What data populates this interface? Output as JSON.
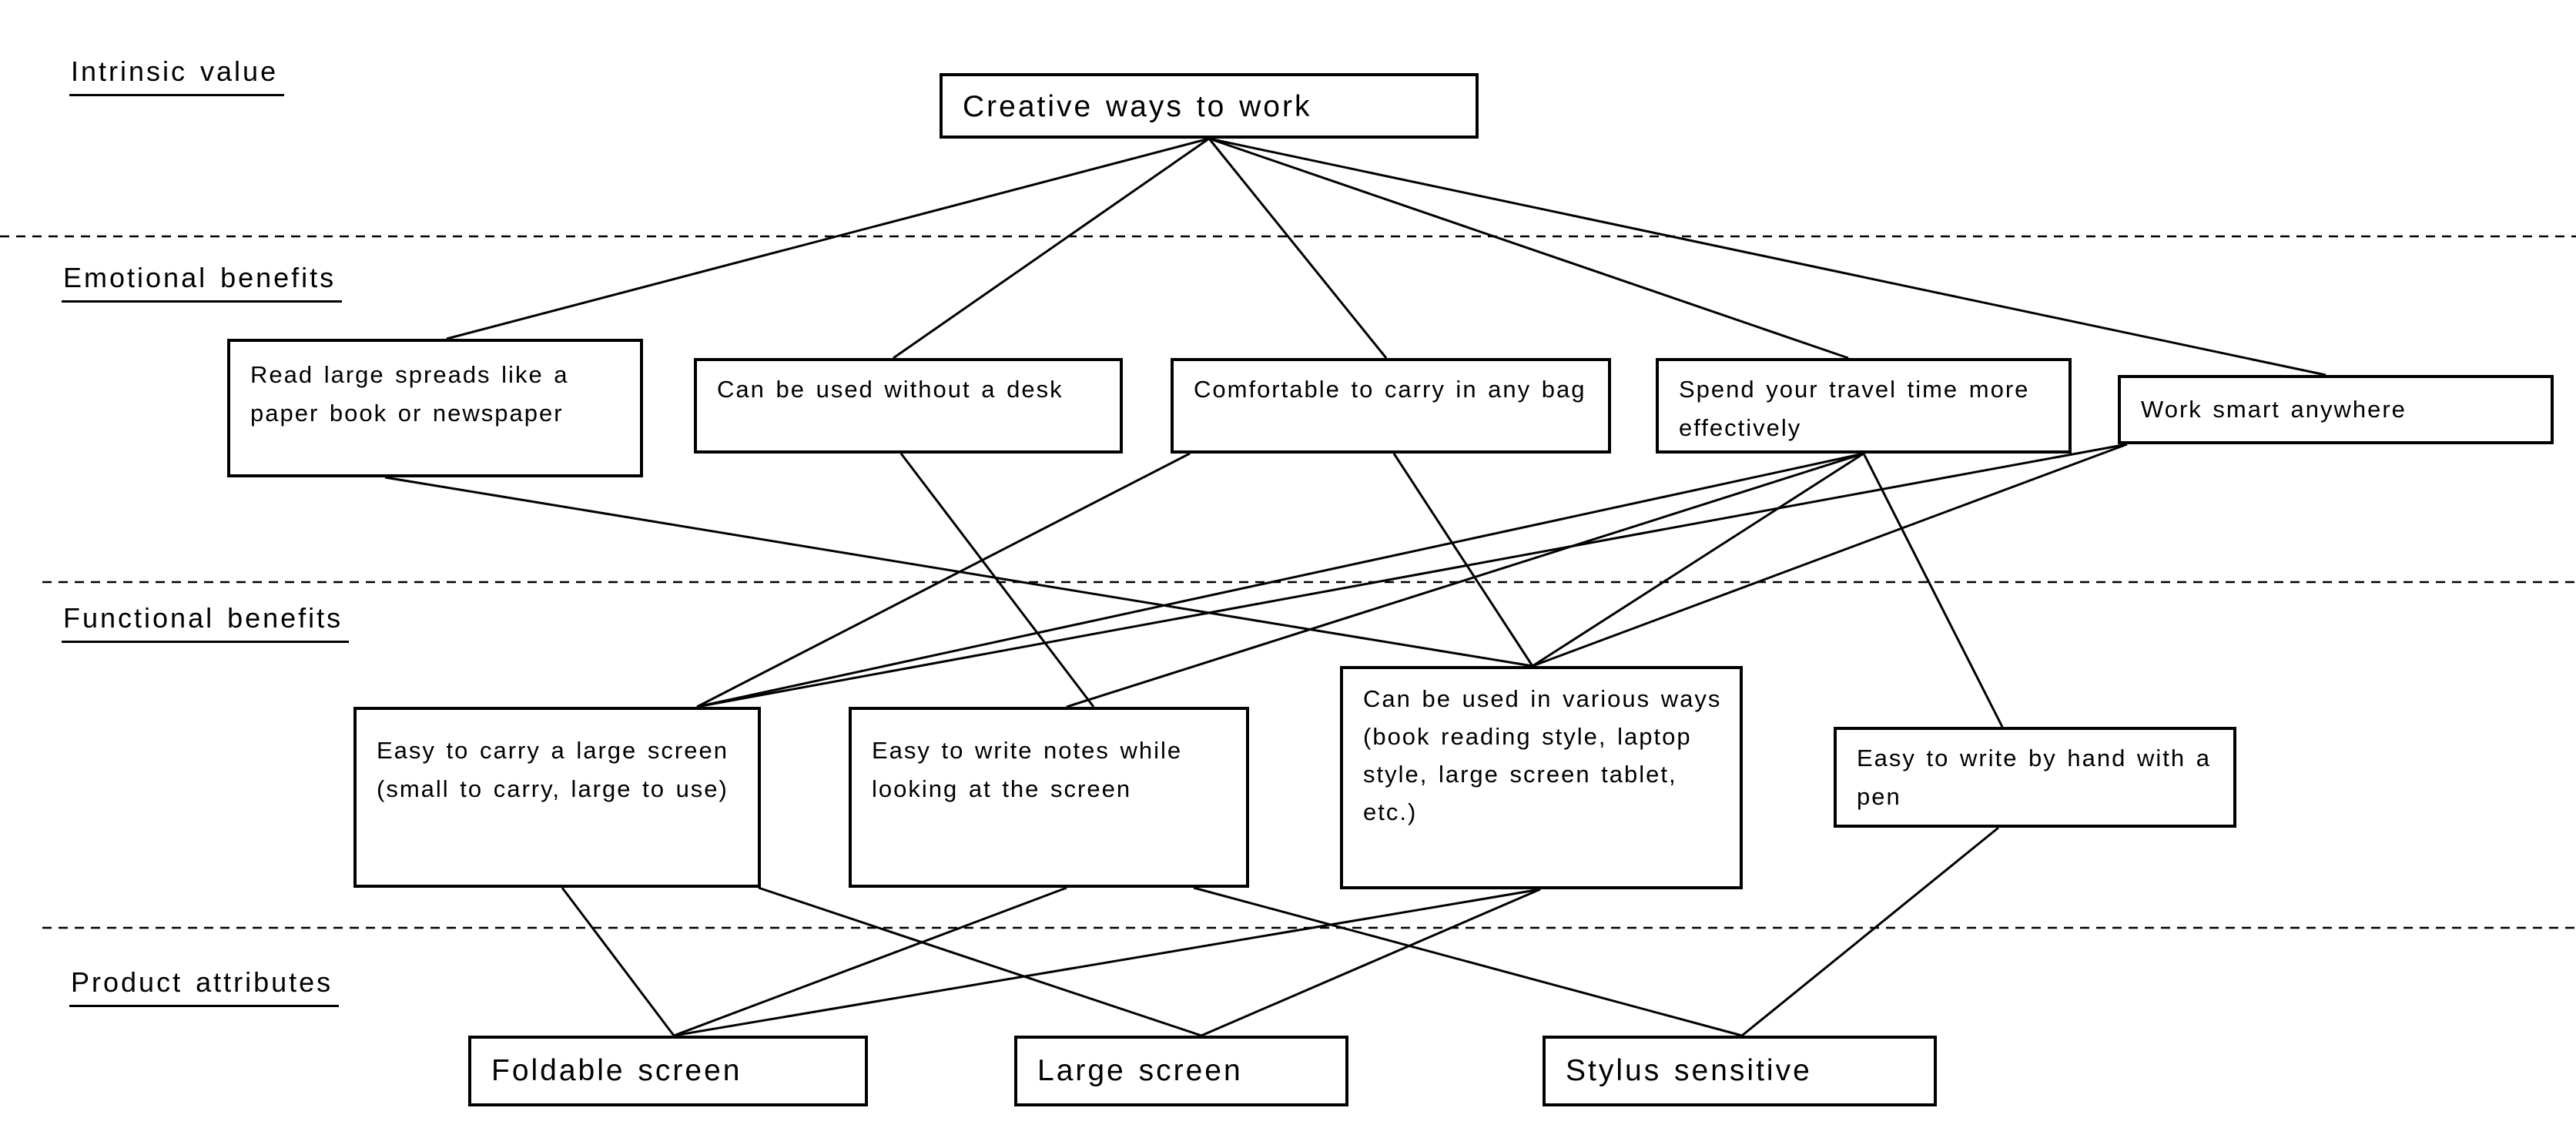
{
  "diagram": {
    "type": "means-end value ladder",
    "background_color": "#ffffff",
    "line_color": "#000000",
    "text_color": "#000000",
    "levels": [
      {
        "id": "intrinsic",
        "label": "Intrinsic value"
      },
      {
        "id": "emotional",
        "label": "Emotional benefits"
      },
      {
        "id": "functional",
        "label": "Functional benefits"
      },
      {
        "id": "product",
        "label": "Product attributes"
      }
    ],
    "nodes": [
      {
        "id": "title",
        "level": "intrinsic",
        "label": "Creative ways to work"
      },
      {
        "id": "eb1",
        "level": "emotional",
        "label": "Read large spreads like a paper book or newspaper"
      },
      {
        "id": "eb2",
        "level": "emotional",
        "label": "Can be used without a desk"
      },
      {
        "id": "eb3",
        "level": "emotional",
        "label": "Comfortable to carry in any bag"
      },
      {
        "id": "eb4",
        "level": "emotional",
        "label": "Spend your travel time more effectively"
      },
      {
        "id": "eb5",
        "level": "emotional",
        "label": "Work smart anywhere"
      },
      {
        "id": "fb1",
        "level": "functional",
        "label": "Easy to carry a large screen (small to carry, large to use)"
      },
      {
        "id": "fb2",
        "level": "functional",
        "label": "Easy to write notes while looking at the screen"
      },
      {
        "id": "fb3",
        "level": "functional",
        "label": "Can be used in various ways (book reading style, laptop style, large screen tablet, etc.)"
      },
      {
        "id": "fb4",
        "level": "functional",
        "label": "Easy to write by hand with a pen"
      },
      {
        "id": "pa1",
        "level": "product",
        "label": "Foldable screen"
      },
      {
        "id": "pa2",
        "level": "product",
        "label": "Large screen"
      },
      {
        "id": "pa3",
        "level": "product",
        "label": "Stylus sensitive"
      }
    ],
    "edges": [
      {
        "from": "title",
        "to": "eb1"
      },
      {
        "from": "title",
        "to": "eb2"
      },
      {
        "from": "title",
        "to": "eb3"
      },
      {
        "from": "title",
        "to": "eb4"
      },
      {
        "from": "title",
        "to": "eb5"
      },
      {
        "from": "eb1",
        "to": "fb3"
      },
      {
        "from": "eb2",
        "to": "fb2"
      },
      {
        "from": "eb3",
        "to": "fb1"
      },
      {
        "from": "eb3",
        "to": "fb3"
      },
      {
        "from": "eb4",
        "to": "fb1"
      },
      {
        "from": "eb4",
        "to": "fb2"
      },
      {
        "from": "eb4",
        "to": "fb3"
      },
      {
        "from": "eb4",
        "to": "fb4"
      },
      {
        "from": "eb5",
        "to": "fb1"
      },
      {
        "from": "eb5",
        "to": "fb3"
      },
      {
        "from": "fb1",
        "to": "pa1"
      },
      {
        "from": "fb1",
        "to": "pa2"
      },
      {
        "from": "fb2",
        "to": "pa1"
      },
      {
        "from": "fb2",
        "to": "pa3"
      },
      {
        "from": "fb3",
        "to": "pa1"
      },
      {
        "from": "fb3",
        "to": "pa2"
      },
      {
        "from": "fb4",
        "to": "pa3"
      }
    ]
  }
}
